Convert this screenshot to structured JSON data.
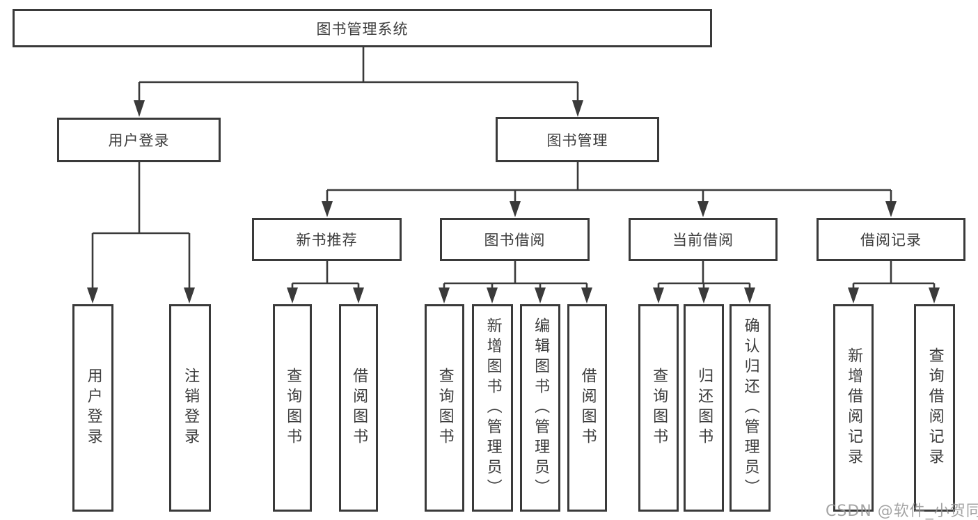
{
  "diagram": {
    "root": {
      "label": "图书管理系统"
    },
    "groups": [
      {
        "label": "用户登录",
        "leaves": [
          {
            "label": "用户登录"
          },
          {
            "label": "注销登录"
          }
        ]
      },
      {
        "label": "图书管理",
        "sections": [
          {
            "label": "新书推荐",
            "leaves": [
              {
                "label": "查询图书"
              },
              {
                "label": "借阅图书"
              }
            ]
          },
          {
            "label": "图书借阅",
            "leaves": [
              {
                "label": "查询图书"
              },
              {
                "label": "新增图书（管理员）"
              },
              {
                "label": "编辑图书（管理员）"
              },
              {
                "label": "借阅图书"
              }
            ]
          },
          {
            "label": "当前借阅",
            "leaves": [
              {
                "label": "查询图书"
              },
              {
                "label": "归还图书"
              },
              {
                "label": "确认归还（管理员）"
              }
            ]
          },
          {
            "label": "借阅记录",
            "leaves": [
              {
                "label": "新增借阅记录"
              },
              {
                "label": "查询借阅记录"
              }
            ]
          }
        ]
      }
    ]
  },
  "watermark": {
    "text": "CSDN @软件_小贺同学"
  },
  "colors": {
    "line": "#3a3a3a",
    "text": "#3d3d3d",
    "node_background": "#ffffff",
    "watermark": "#949494",
    "background": "#ffffff"
  }
}
